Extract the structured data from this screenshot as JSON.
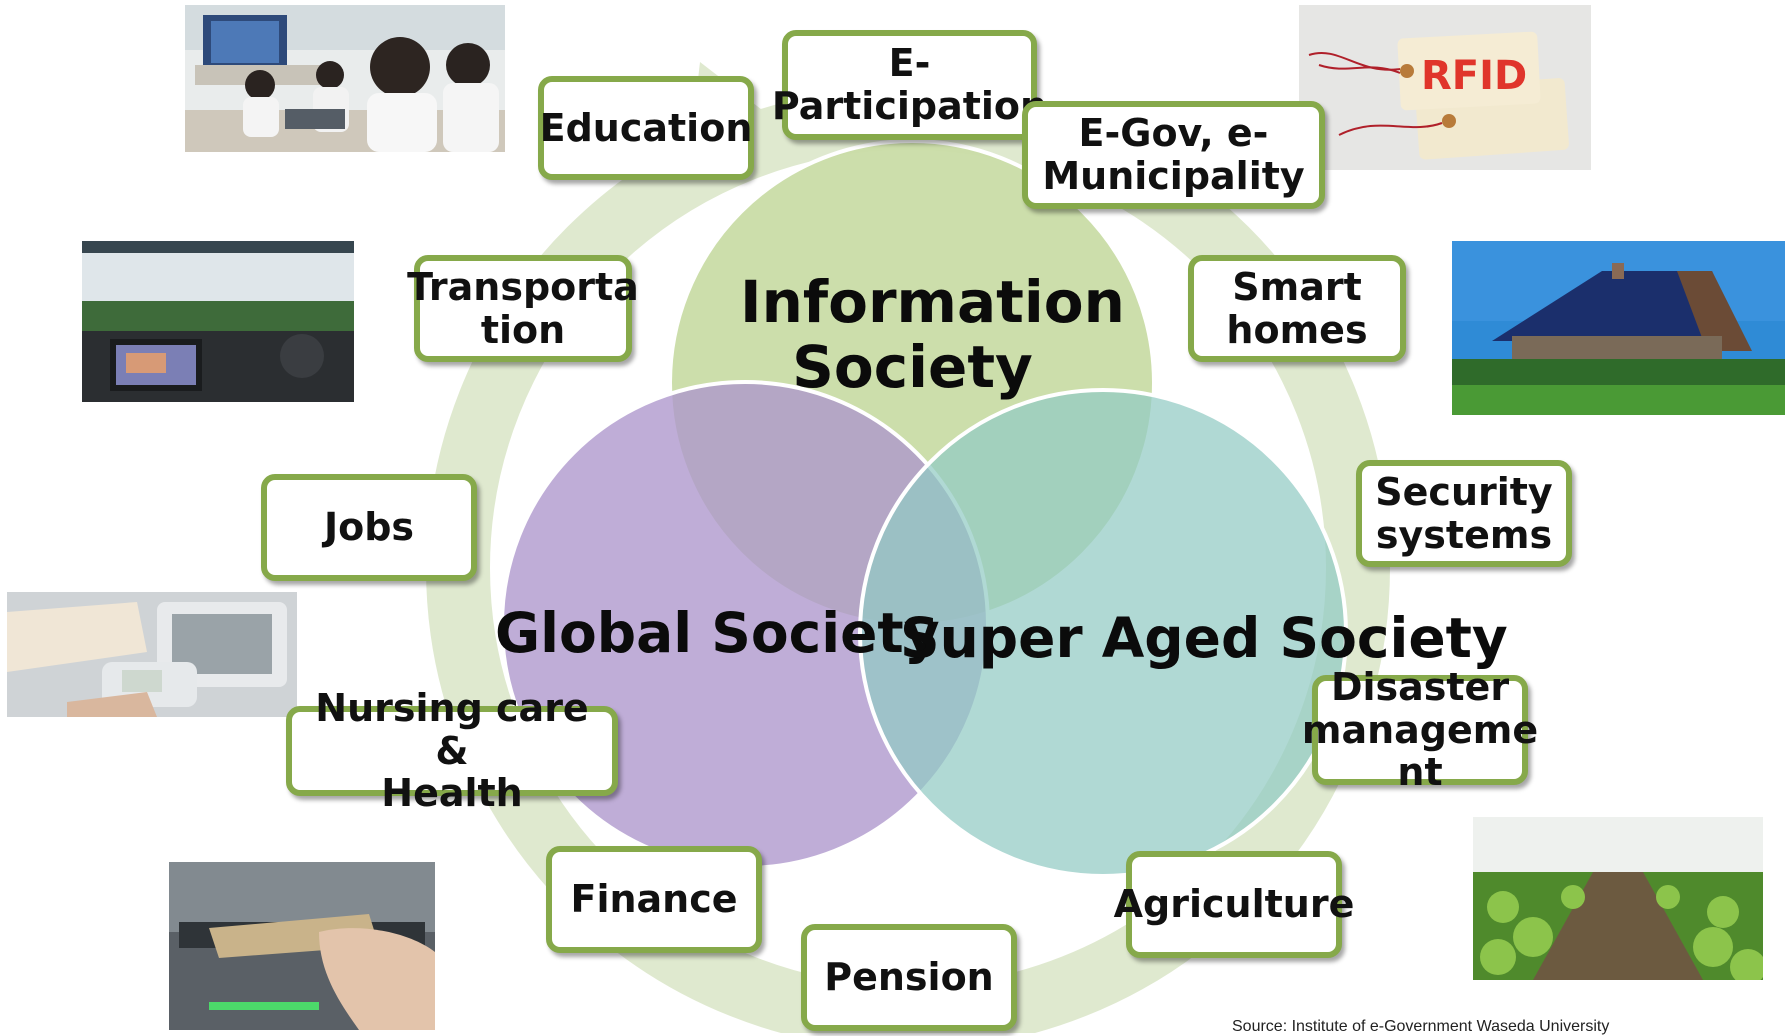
{
  "colors": {
    "ring": "#dfe9cf",
    "information": "#c9dca6",
    "global": "#b9a8cf",
    "aged": "#a9d5cf",
    "box_border": "#86a94a"
  },
  "circles": {
    "information": {
      "label": "Information\nSociety"
    },
    "global": {
      "label": "Global Society"
    },
    "aged": {
      "label": "Super Aged Society"
    }
  },
  "topics": [
    {
      "key": "education",
      "label": "Education"
    },
    {
      "key": "e_participation",
      "label": "E-\nParticipation"
    },
    {
      "key": "e_gov",
      "label": "E-Gov, e-\nMunicipality"
    },
    {
      "key": "transportation",
      "label": "Transporta\ntion"
    },
    {
      "key": "smart_homes",
      "label": "Smart\nhomes"
    },
    {
      "key": "jobs",
      "label": "Jobs"
    },
    {
      "key": "security",
      "label": "Security\nsystems"
    },
    {
      "key": "nursing",
      "label": "Nursing care &\nHealth"
    },
    {
      "key": "disaster",
      "label": "Disaster\nmanageme\nnt"
    },
    {
      "key": "finance",
      "label": "Finance"
    },
    {
      "key": "agriculture",
      "label": "Agriculture"
    },
    {
      "key": "pension",
      "label": "Pension"
    }
  ],
  "photos": {
    "rfid_tag_text": "RFID"
  },
  "icons": [
    "classroom-photo",
    "rfid-tag-photo",
    "car-navigation-photo",
    "solar-house-photo",
    "blood-pressure-monitor-photo",
    "atm-card-photo",
    "greenhouse-crops-photo"
  ],
  "source": "Source: Institute of e-Government Waseda University"
}
